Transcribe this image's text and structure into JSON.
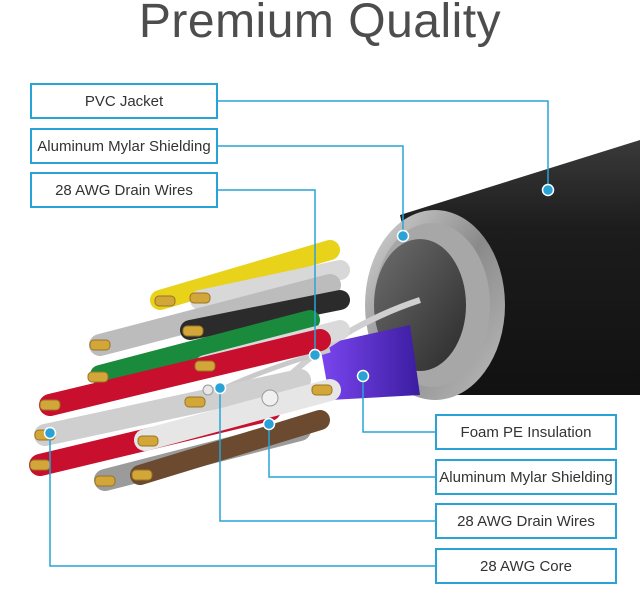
{
  "title": "Premium Quality",
  "callouts": {
    "left": [
      {
        "label": "PVC Jacket"
      },
      {
        "label": "Aluminum Mylar Shielding"
      },
      {
        "label": "28 AWG Drain Wires"
      }
    ],
    "right": [
      {
        "label": "Foam PE Insulation"
      },
      {
        "label": "Aluminum Mylar Shielding"
      },
      {
        "label": "28 AWG Drain Wires"
      },
      {
        "label": "28 AWG Core"
      }
    ]
  },
  "colors": {
    "callout_line": "#29a3d6",
    "jacket": "#1f1f1f",
    "title_text": "#4d4d4d",
    "wire_colors": [
      "#e8d21a",
      "#2b2b2b",
      "#1a8a3c",
      "#c8102e",
      "#6b4a2f",
      "#ffffff",
      "#9b9b9b",
      "#5a2bd6"
    ]
  }
}
